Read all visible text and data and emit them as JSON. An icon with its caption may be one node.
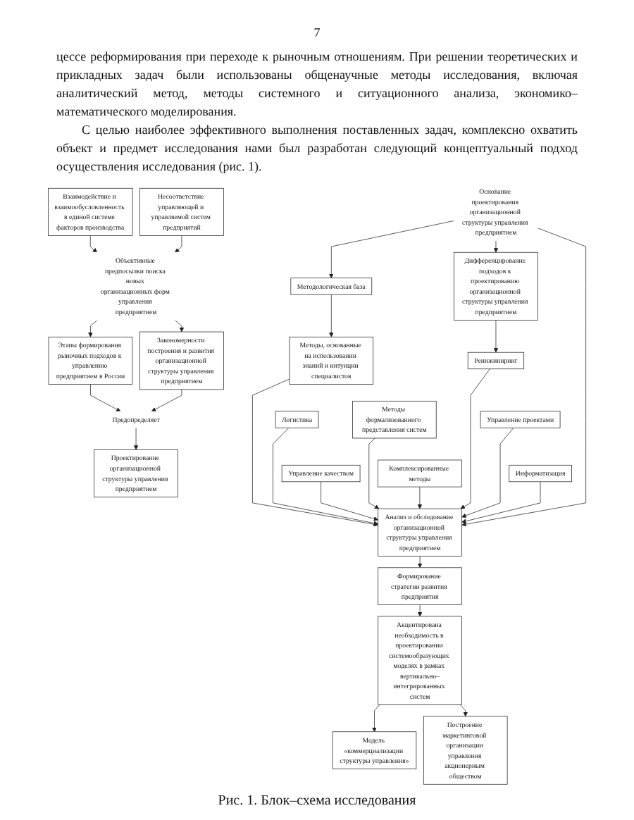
{
  "diagram": {
    "caption": "Рис. 1. Блок–схема исследования",
    "nodes": [
      {
        "text": [
          "Взаимодействие и взаимообусловленность в единой системе факторов производства"
        ]
      },
      {
        "text": [
          "Объективные предпосылки поиска новых организационных форм управления предприятием"
        ]
      },
      {
        "text": [
          "Несоответствие управляющей и управляемой систем предприятий"
        ]
      },
      {
        "text": [
          "Этапы формирования рыночных подходов к управлению предприятием в России"
        ]
      },
      {
        "text": [
          "Предопределяет"
        ]
      },
      {
        "text": [
          "Закономерности построения и развития организационной структуры управления предприятием"
        ]
      },
      {
        "text": [
          "Проектирование организационной структуры управления предприятием"
        ]
      },
      {
        "text": [
          "Методологическая база"
        ]
      },
      {
        "text": [
          "Основание проектирования организационной структуры управления предприятием"
        ]
      },
      {
        "text": [
          "Дифференцирование подходов к проектированию организационной структуры управления предприятием"
        ]
      },
      {
        "text": [
          "Методы, основанные на использовании знаний и интуиции специалистов"
        ]
      },
      {
        "text": [
          "Реинжиниринг"
        ]
      },
      {
        "text": [
          "Методы формализованного представления систем"
        ]
      },
      {
        "text": [
          "Анализ и обследование организационной структуры управления предприятием"
        ]
      },
      {
        "text": [
          "Логистика"
        ]
      },
      {
        "text": [
          "Комплексированные методы"
        ]
      },
      {
        "text": [
          "Управление проектами"
        ]
      },
      {
        "text": [
          "Управление качеством"
        ]
      },
      {
        "text": [
          "Информатизация"
        ]
      },
      {
        "text": [
          "Формирование стратегии развития предприятия"
        ]
      },
      {
        "text": [
          "Акцентирована необходимость в проектировании системообразующих моделях в рамках вертикально–интегрированных систем"
        ]
      },
      {
        "text": [
          "Модель «коммерциализации структуры управления»"
        ]
      },
      {
        "text": [
          "Построение маркетинговой организации управления акционерным обществом"
        ]
      }
    ],
    "edges": [
      {
        "from": 0,
        "to": 1,
        "arrow": "to"
      },
      {
        "from": 2,
        "to": 1,
        "arrow": "to"
      },
      {
        "from": 1,
        "to": 3,
        "arrow": "to"
      },
      {
        "from": 1,
        "to": 5,
        "arrow": "to"
      },
      {
        "from": 3,
        "to": 4,
        "arrow": "to"
      },
      {
        "from": 5,
        "to": 4,
        "arrow": "to"
      },
      {
        "from": 4,
        "to": 6,
        "arrow": "to"
      },
      {
        "from": 8,
        "to": 7,
        "arrow": "to"
      },
      {
        "from": 8,
        "to": 9,
        "arrow": "to"
      },
      {
        "from": 7,
        "to": 10,
        "arrow": "to"
      },
      {
        "from": 9,
        "to": 11,
        "arrow": "to"
      },
      {
        "from": 8,
        "to": 13,
        "arrow": "to"
      },
      {
        "from": 10,
        "to": 13,
        "arrow": "to"
      },
      {
        "from": 12,
        "to": 13,
        "arrow": "to"
      },
      {
        "from": 15,
        "to": 13,
        "arrow": "to"
      },
      {
        "from": 11,
        "to": 13,
        "arrow": "to"
      },
      {
        "from": 14,
        "to": 13,
        "arrow": "to"
      },
      {
        "from": 16,
        "to": 13,
        "arrow": "to"
      },
      {
        "from": 17,
        "to": 13,
        "arrow": "to"
      },
      {
        "from": 18,
        "to": 13,
        "arrow": "to"
      },
      {
        "from": 13,
        "to": 19,
        "arrow": "to"
      },
      {
        "from": 19,
        "to": 20,
        "arrow": "to"
      },
      {
        "from": 20,
        "to": 21,
        "arrow": "to"
      },
      {
        "from": 20,
        "to": 22,
        "arrow": "to"
      }
    ],
    "labels": [
      "7",
      "цессе реформирования при переходе к рыночным отношениям. При решении теоретических и прикладных задач были использованы общенаучные методы исследования, включая аналитический метод, методы системного и ситуационного анализа, экономико–математического моделирования.",
      "С целью наиболее эффективного выполнения поставленных задач, комплексно охватить объект и предмет исследования нами был разработан следующий концептуальный подход осуществления исследования (рис. 1)."
    ]
  }
}
